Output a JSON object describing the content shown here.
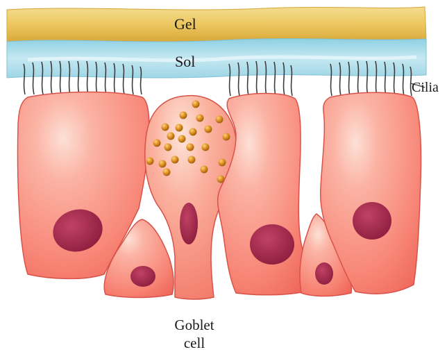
{
  "labels": {
    "gel": "Gel",
    "sol": "Sol",
    "cilia": "Cilia",
    "goblet_line1": "Goblet",
    "goblet_line2": "cell"
  },
  "colors": {
    "gel_layer": "#ecc760",
    "sol_layer": "#9fd6e6",
    "cell_fill": "#f9897c",
    "cell_outline": "#d8524a",
    "nucleus": "#a8284a",
    "granule": "#d78a18",
    "cilia": "#3c3c3c"
  }
}
